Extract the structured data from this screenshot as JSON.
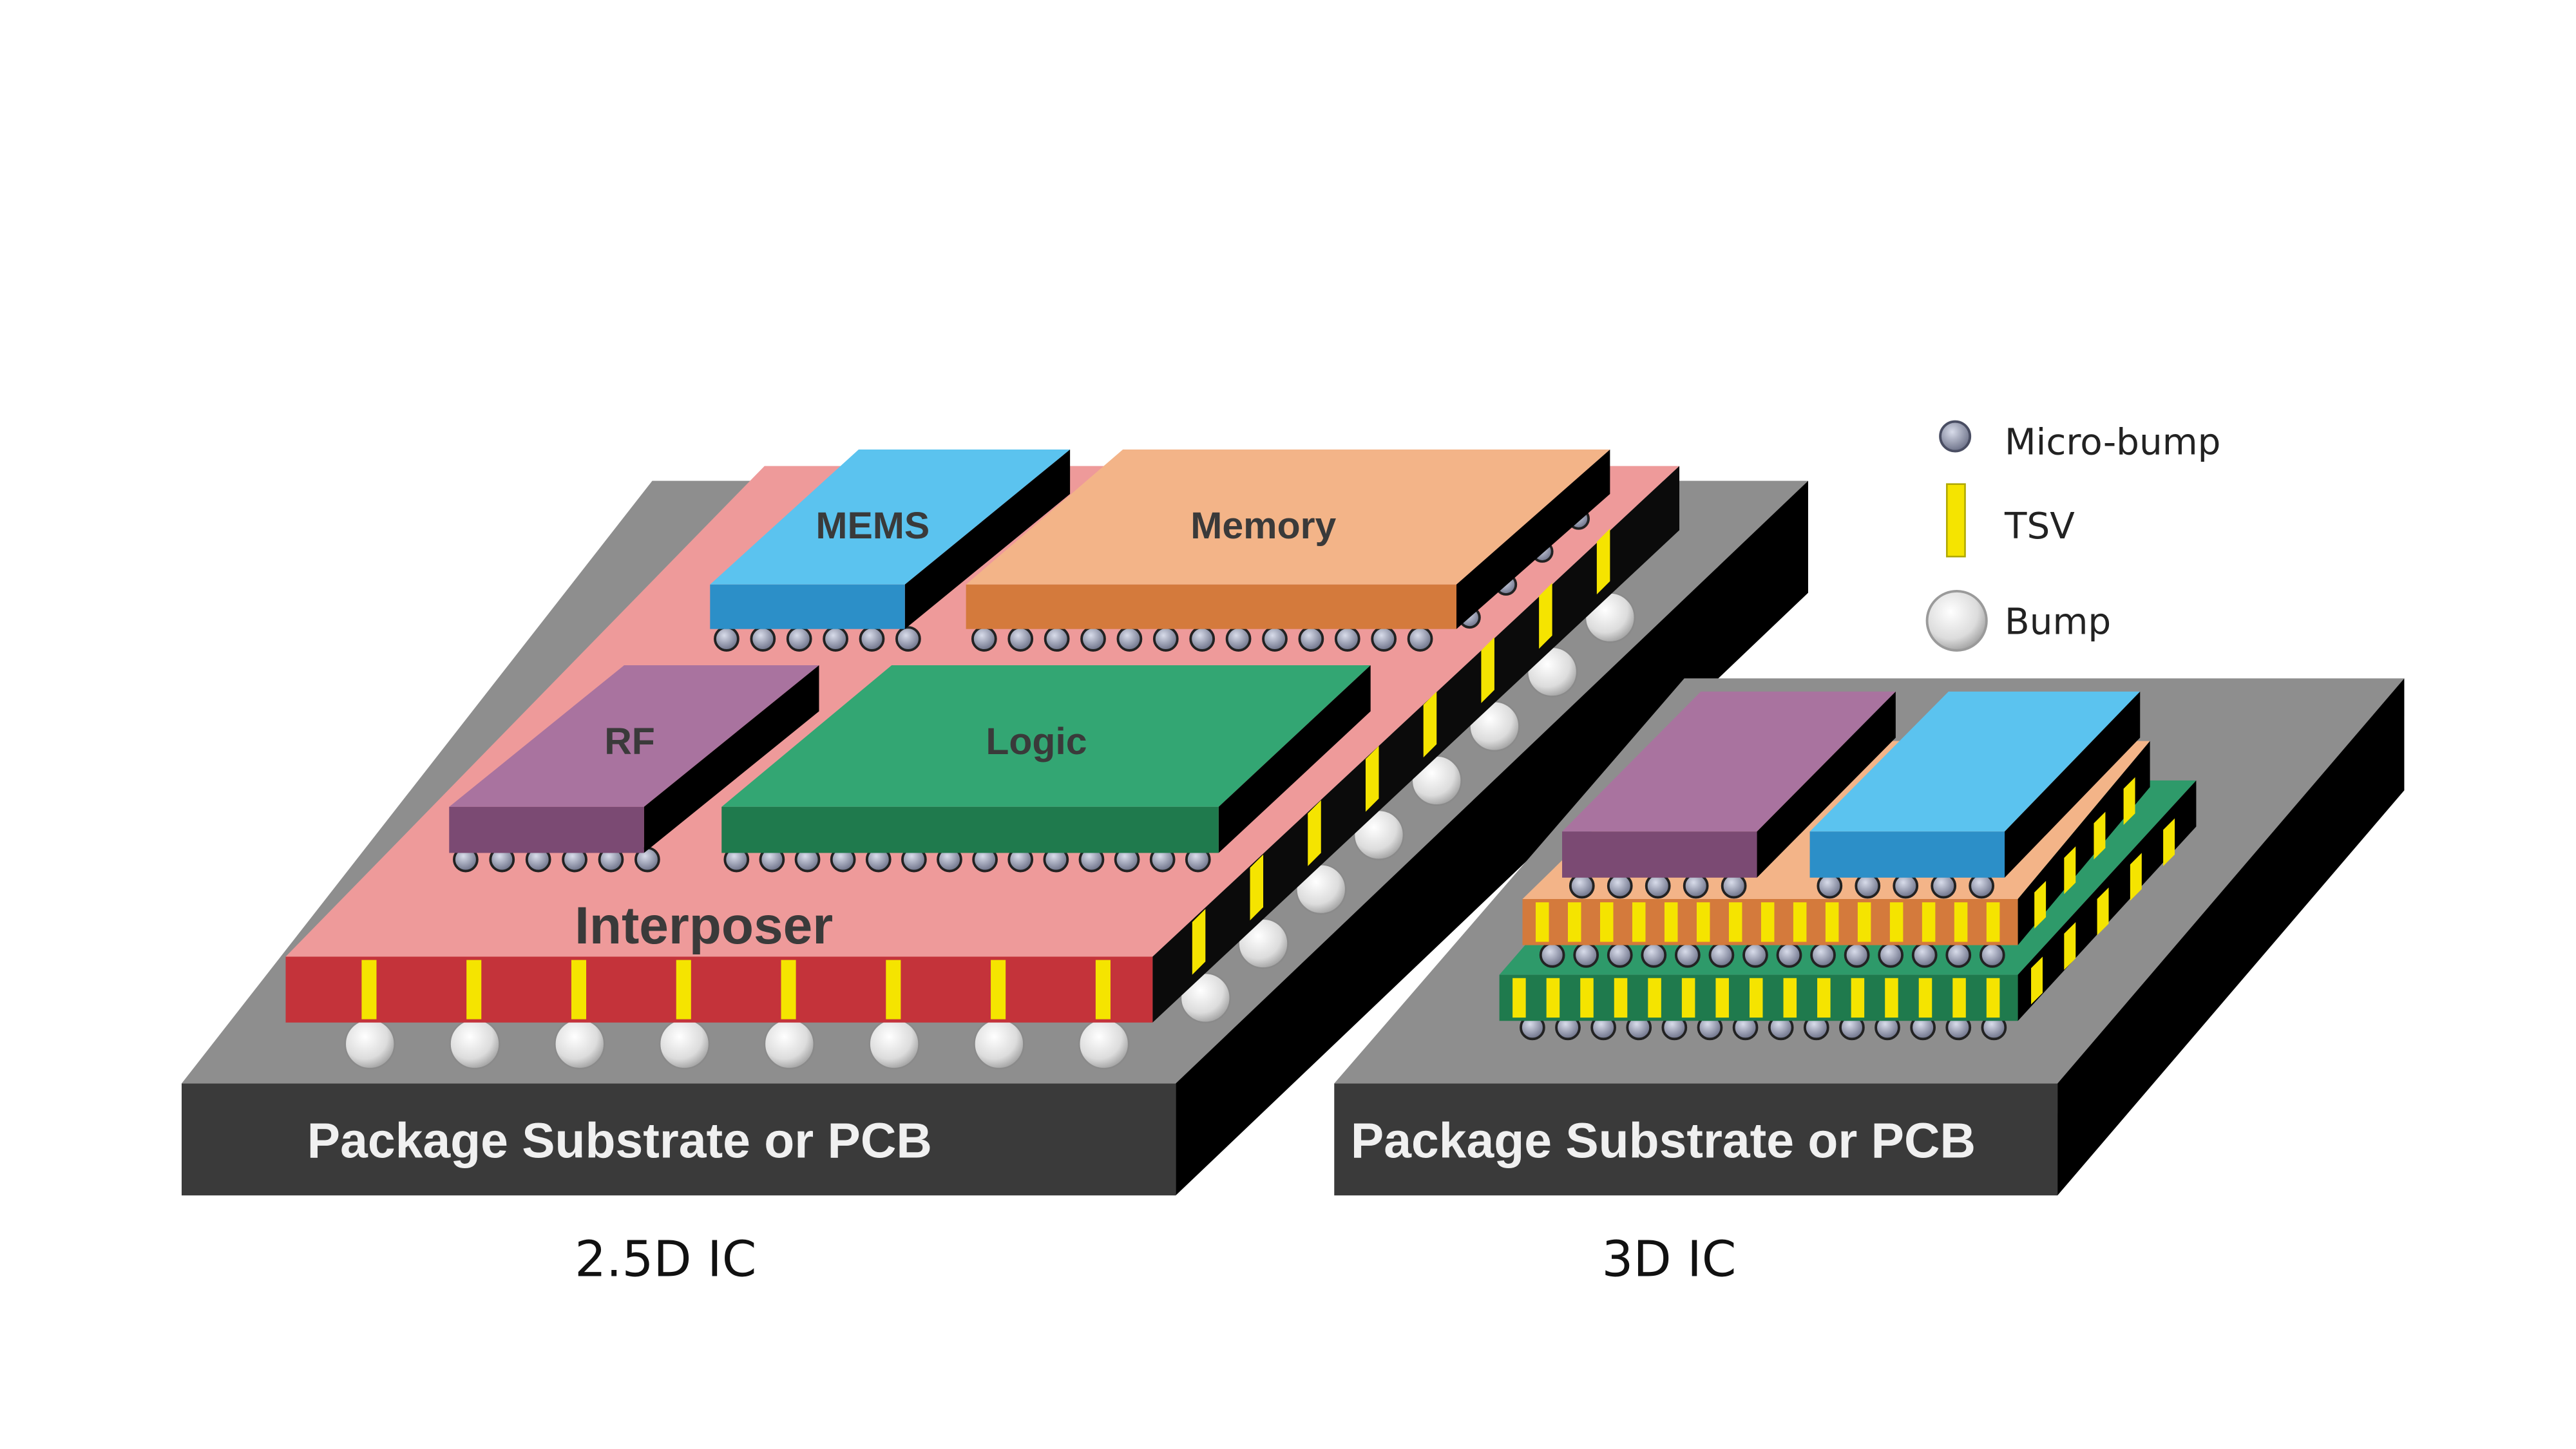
{
  "diagram": {
    "left": {
      "caption": "2.5D IC",
      "substrate_label": "Package Substrate or PCB",
      "interposer_label": "Interposer",
      "chips": {
        "mems": "MEMS",
        "memory": "Memory",
        "rf": "RF",
        "logic": "Logic"
      }
    },
    "right": {
      "caption": "3D IC",
      "substrate_label": "Package Substrate or PCB"
    },
    "legend": [
      {
        "label": "Micro-bump",
        "icon": "micro-bump-icon"
      },
      {
        "label": "TSV",
        "icon": "tsv-icon"
      },
      {
        "label": "Bump",
        "icon": "bump-icon"
      }
    ],
    "colors": {
      "substrate_top": "#8e8e8e",
      "substrate_front": "#3a3a3a",
      "substrate_side": "#000000",
      "interposer_top": "#ee9a9a",
      "interposer_front": "#c4333a",
      "mems": "#4fb8e8",
      "memory": "#f3b488",
      "rf": "#a9739f",
      "logic": "#2e9a6a",
      "tsv": "#f5e400",
      "bump": "#ececec",
      "micro_bump": "#9a9fb4"
    }
  }
}
